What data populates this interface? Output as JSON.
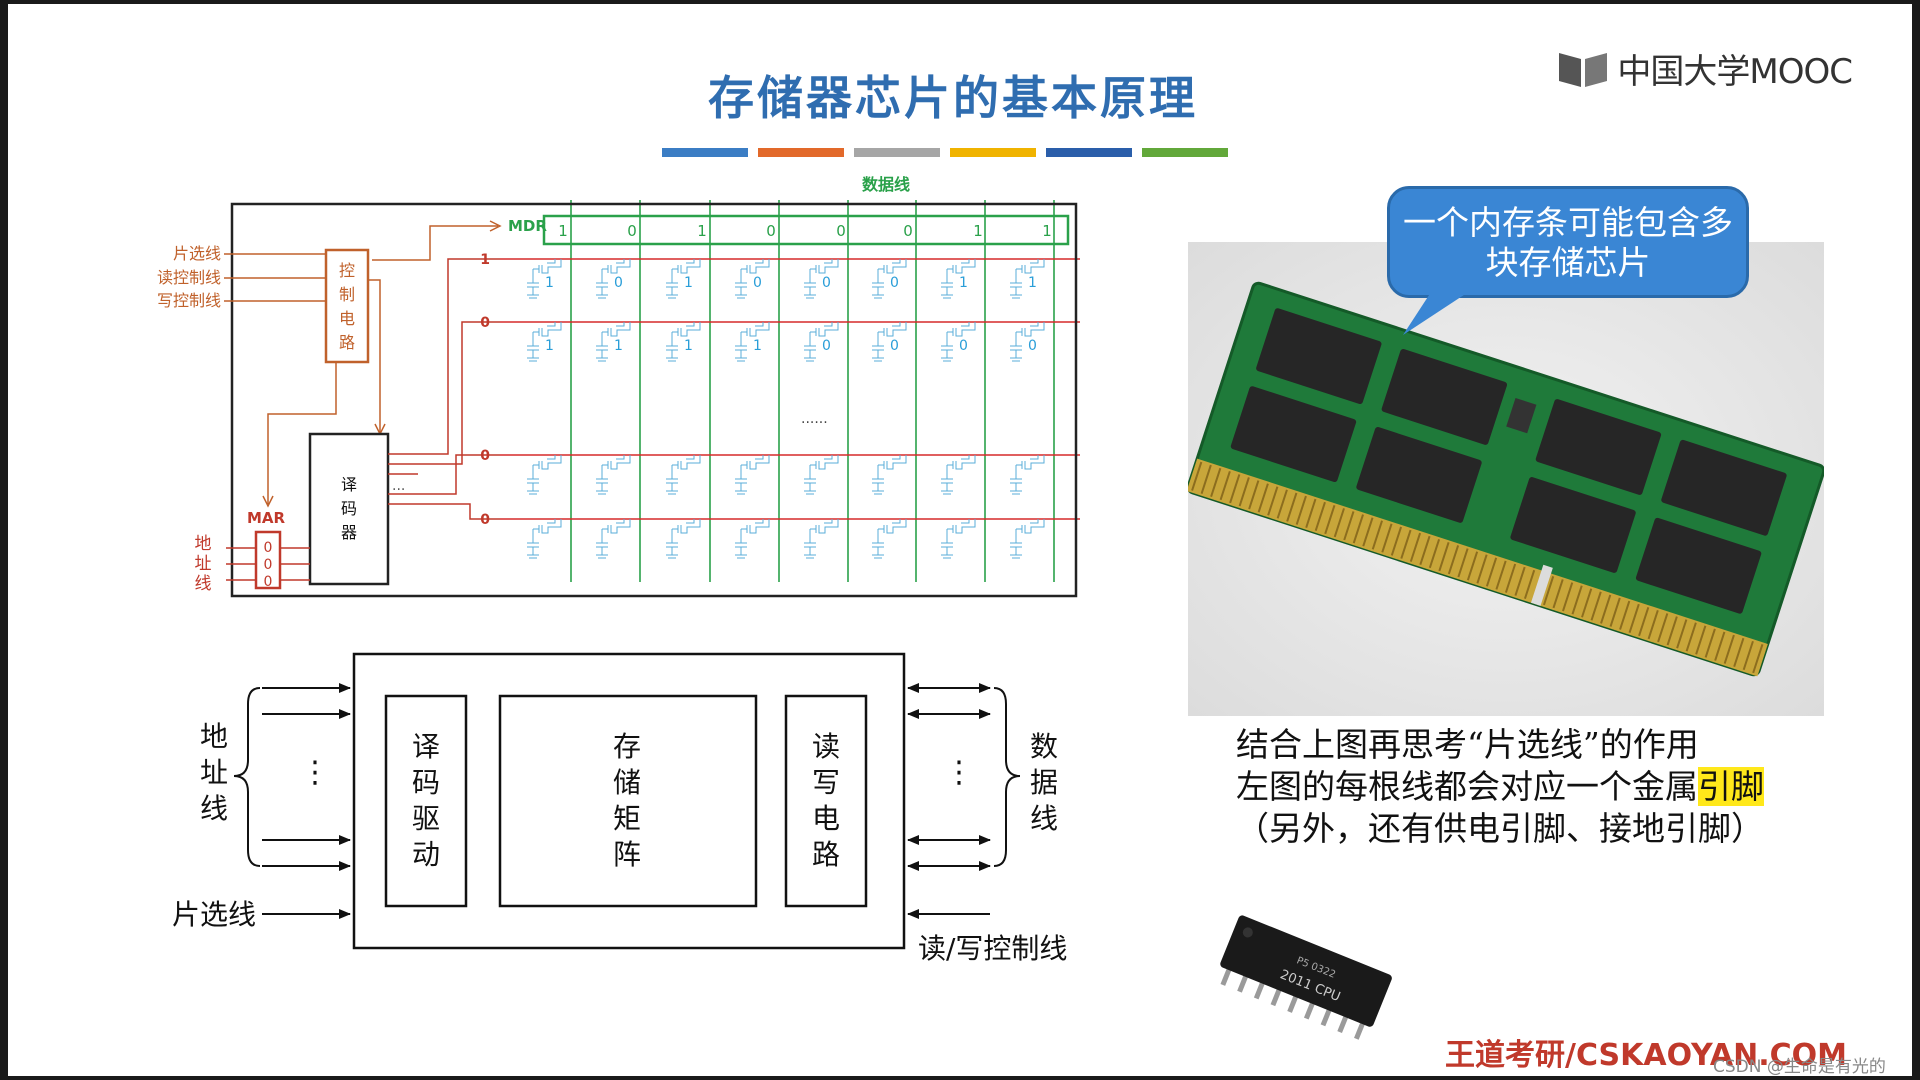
{
  "title": "存储器芯片的基本原理",
  "logo": {
    "icon": "mooc-book-icon",
    "text": "中国大学MOOC"
  },
  "color_bar": [
    "#3b7dc4",
    "#e2692a",
    "#a6a6a6",
    "#f0b300",
    "#2a5eaa",
    "#62a83a"
  ],
  "top_diagram": {
    "data_line_label": "数据线",
    "mdr_label": "MDR",
    "mdr_bits": [
      "1",
      "0",
      "1",
      "0",
      "0",
      "0",
      "1",
      "1"
    ],
    "control_lines": [
      "片选线",
      "读控制线",
      "写控制线"
    ],
    "control_box": "控制电路",
    "decoder_box": "译码器",
    "mar_label": "MAR",
    "mar_bits": [
      "0",
      "0",
      "0"
    ],
    "address_label": "地址线",
    "word_line_values": [
      "1",
      "0",
      "0",
      "0"
    ],
    "row1_bits": [
      "1",
      "0",
      "1",
      "0",
      "0",
      "0",
      "1",
      "1"
    ],
    "row2_bits": [
      "1",
      "1",
      "1",
      "1",
      "0",
      "0",
      "0",
      "0"
    ],
    "ellipsis": "......",
    "decoder_ellipsis": "..."
  },
  "bottom_diagram": {
    "address_label": "地址线",
    "data_label": "数据线",
    "chip_select": "片选线",
    "rw_control": "读/写控制线",
    "decoder": "译码驱动",
    "matrix": "存储矩阵",
    "rw_circuit": "读写电路"
  },
  "bubble_text": "一个内存条可能包含多块存储芯片",
  "explanation": {
    "line1": "结合上图再思考“片选线”的作用",
    "line2_pre": "左图的每根线都会对应一个金属",
    "line2_hl": "引脚",
    "line3": "（另外，还有供电引脚、接地引脚）"
  },
  "chip_marking": [
    "P5 0322",
    "2011 CPU"
  ],
  "footer": "王道考研/CSKAOYAN.COM",
  "watermark": "CSDN @生命是有光的"
}
